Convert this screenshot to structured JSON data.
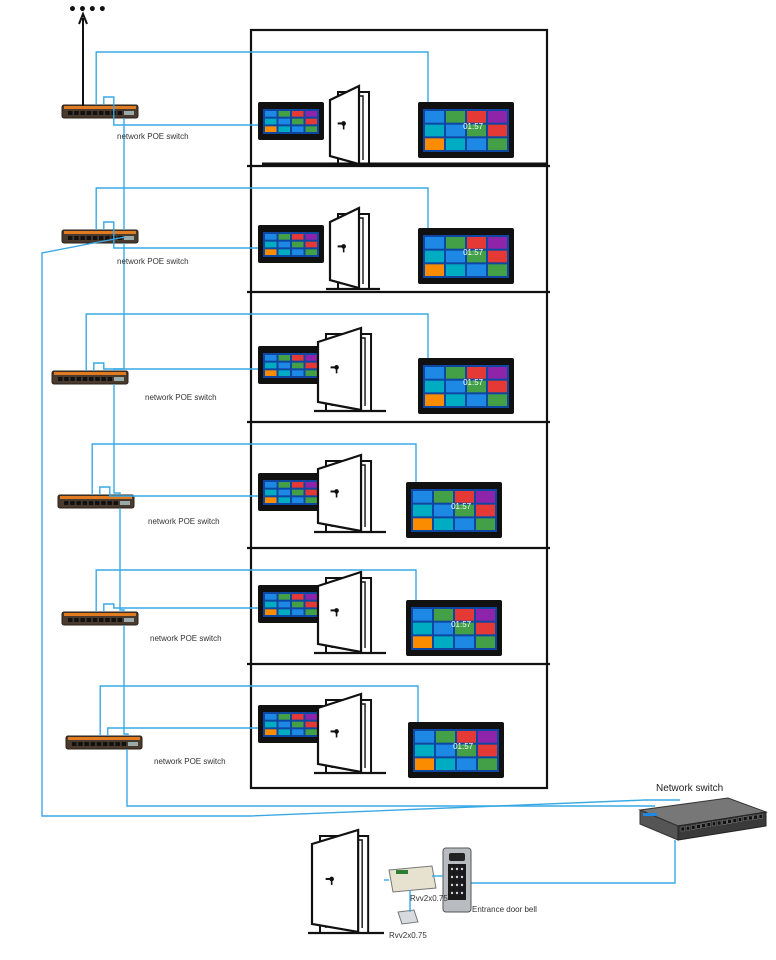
{
  "floors": [
    {
      "switch_label": "network  POE switch"
    },
    {
      "switch_label": "network POE switch"
    },
    {
      "switch_label": "network POE switch"
    },
    {
      "switch_label": "network POE switch"
    },
    {
      "switch_label": "network POE switch"
    },
    {
      "switch_label": "network POE switch"
    }
  ],
  "antenna_dots": "••••",
  "screen_clock": "01:57",
  "network_switch_label": "Network switch",
  "entrance_label": "Entrance door bell",
  "cable_label_1": "Rvv2x0.75",
  "cable_label_2": "Rvv2x0.75",
  "colors": {
    "cable": "#39a9e6",
    "outline": "#111111",
    "switch_body": "#4a3a2e",
    "tiles": [
      "#1e88e5",
      "#43a047",
      "#e53935",
      "#8e24aa",
      "#fb8c00",
      "#00acc1"
    ]
  },
  "icons": [
    "poe-switch-icon",
    "door-icon",
    "indoor-monitor-icon",
    "network-switch-icon",
    "doorbell-panel-icon",
    "power-supply-icon",
    "lock-icon",
    "antenna-icon"
  ]
}
